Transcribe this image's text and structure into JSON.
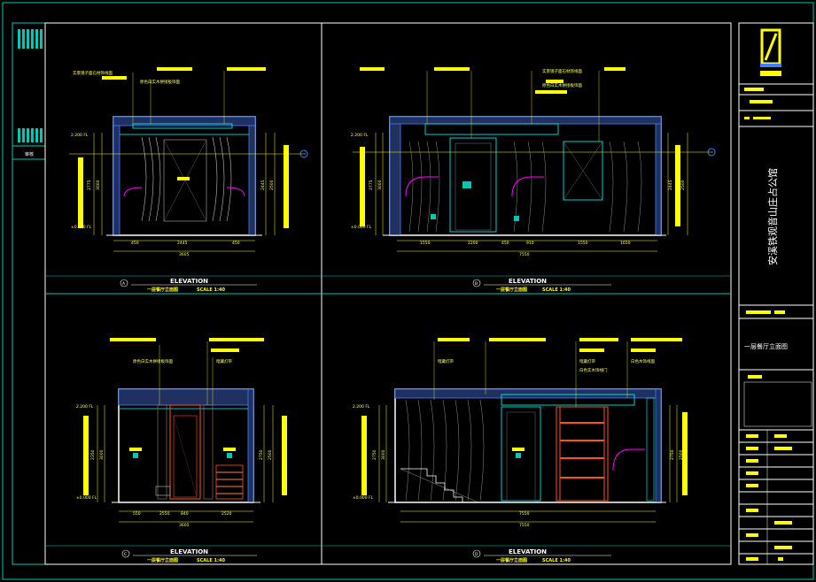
{
  "project_title": "安溪铁观音山庄占公馆",
  "drawing_name": "一层餐厅立面图",
  "colors": {
    "border": "#00c8b4",
    "frame": "#ffffff",
    "text": "#ffff00",
    "wall": "#4080ff",
    "wood": "#ff5020",
    "accent": "#ff00ff",
    "cyan": "#00ffff"
  },
  "elevations": [
    {
      "id": "A",
      "heading": "ELEVATION",
      "subtitle_left": "一层餐厅立面图",
      "subtitle_scale": "SCALE 1:40",
      "labels": [
        "实景镜子面石材饰线面",
        "原色白实木拼接板饰面"
      ],
      "dims_bottom": [
        "450",
        "2445",
        "450"
      ],
      "dims_total": "3605",
      "dims_left": [
        "2775",
        "3000"
      ],
      "dims_right": [
        "2445",
        "2500"
      ],
      "levels": [
        "2.200 FL",
        "±0.000 FL"
      ]
    },
    {
      "id": "B",
      "heading": "ELEVATION",
      "subtitle_left": "一层餐厅立面图",
      "subtitle_scale": "SCALE 1:40",
      "labels": [
        "实景镜子面石材饰线面",
        "原色白实木拼接板饰面"
      ],
      "dims_bottom": [
        "1550",
        "2200",
        "450",
        "910",
        "1550",
        "1650"
      ],
      "dims_total": "7550",
      "dims_left": [
        "2775",
        "3000"
      ],
      "dims_right": [
        "2445",
        "2500"
      ],
      "levels": [
        "2.200 FL",
        "±0.000 FL"
      ]
    },
    {
      "id": "C",
      "heading": "ELEVATION",
      "subtitle_left": "一层餐厅立面图",
      "subtitle_scale": "SCALE 1:40",
      "labels": [
        "原色白实木拼接板饰面",
        "暗藏灯带"
      ],
      "dims_bottom": [
        "550",
        "2550",
        "840",
        "2520"
      ],
      "dims_total": "3605",
      "dims_left": [
        "2350",
        "3000"
      ],
      "dims_right": [
        "2750",
        "2500"
      ],
      "levels": [
        "2.200 FL",
        "±0.000 FL"
      ]
    },
    {
      "id": "D",
      "heading": "ELEVATION",
      "subtitle_left": "一层餐厅立面图",
      "subtitle_scale": "SCALE 1:40",
      "labels": [
        "暗藏灯带",
        "暗藏灯带",
        "白色实木饰线门",
        "白色木饰线面"
      ],
      "dims_bottom": [
        "7550"
      ],
      "dims_total": "7550",
      "dims_left": [
        "2750",
        "3000"
      ],
      "dims_right": [
        "2750",
        "2500"
      ],
      "levels": [
        "2.200 FL",
        "±0.000 FL"
      ]
    }
  ],
  "side_label": "审核"
}
